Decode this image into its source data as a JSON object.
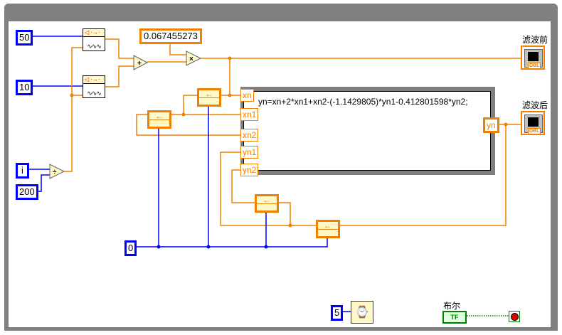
{
  "diagram": {
    "type": "LabVIEW block diagram",
    "loop": "while-loop"
  },
  "constants": {
    "freq1": "50",
    "freq2": "10",
    "divisor": "200",
    "gain": "0.067455273",
    "shift_init": "0",
    "wait_ms": "5"
  },
  "terminals": {
    "iteration": "i",
    "stop_label": "布尔",
    "stop_bool_text": "TF"
  },
  "functions": {
    "add": "+",
    "multiply": "×",
    "divide": "÷"
  },
  "formula_node": {
    "expression": "yn=xn+2*xn1+xn2-(-1.1429805)*yn1-0.412801598*yn2;",
    "inputs": [
      "xn",
      "xn1",
      "xn2",
      "yn1",
      "yn2"
    ],
    "output": "yn"
  },
  "indicators": {
    "before_label": "滤波前",
    "after_label": "滤波后",
    "type_badge": "DBL"
  },
  "colors": {
    "numeric_wire": "#0000ff",
    "double_wire": "#f08000",
    "bool_wire": "#008000",
    "loop_frame": "#808080"
  }
}
